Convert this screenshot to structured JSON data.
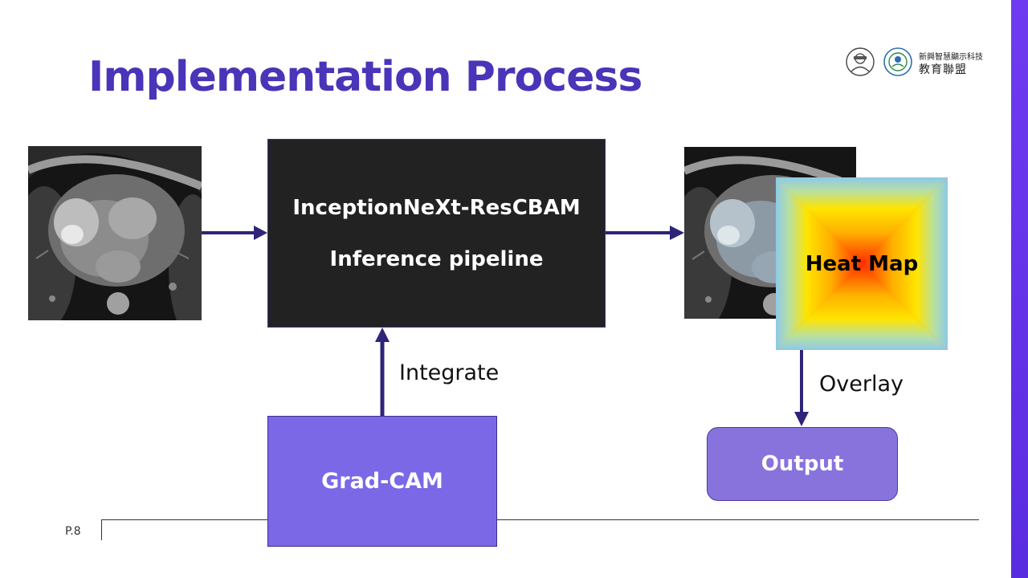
{
  "slide": {
    "title": "Implementation Process",
    "page_number": "P.8",
    "accent_color": "#6f3bf0",
    "title_color": "#4a34b8"
  },
  "logo": {
    "line1": "新興智慧顯示科技",
    "line2": "教育聯盟"
  },
  "diagram": {
    "input_image": "chest-ct-scan",
    "pipeline_line1": "InceptionNeXt-ResCBAM",
    "pipeline_line2": "Inference pipeline",
    "gradcam_label": "Grad-CAM",
    "integrate_label": "Integrate",
    "output_image": "chest-ct-scan-with-overlay",
    "heatmap_label": "Heat Map",
    "overlay_label": "Overlay",
    "output_label": "Output",
    "arrow_color": "#2e2478"
  }
}
